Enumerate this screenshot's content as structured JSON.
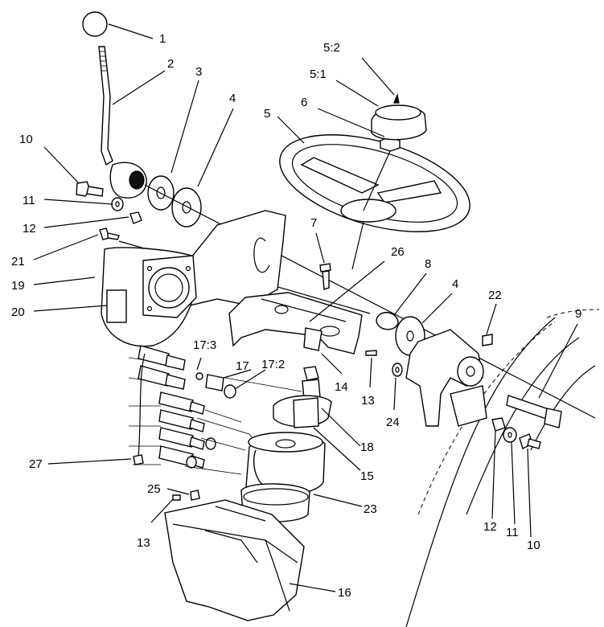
{
  "callouts": [
    {
      "id": "c-1",
      "text": "1"
    },
    {
      "id": "c-2",
      "text": "2"
    },
    {
      "id": "c-3",
      "text": "3"
    },
    {
      "id": "c-4a",
      "text": "4"
    },
    {
      "id": "c-5",
      "text": "5"
    },
    {
      "id": "c-5-2",
      "text": "5:2"
    },
    {
      "id": "c-5-1",
      "text": "5:1"
    },
    {
      "id": "c-6",
      "text": "6"
    },
    {
      "id": "c-10a",
      "text": "10"
    },
    {
      "id": "c-11a",
      "text": "11"
    },
    {
      "id": "c-12a",
      "text": "12"
    },
    {
      "id": "c-21",
      "text": "21"
    },
    {
      "id": "c-19",
      "text": "19"
    },
    {
      "id": "c-20",
      "text": "20"
    },
    {
      "id": "c-7",
      "text": "7"
    },
    {
      "id": "c-26",
      "text": "26"
    },
    {
      "id": "c-8",
      "text": "8"
    },
    {
      "id": "c-4b",
      "text": "4"
    },
    {
      "id": "c-22",
      "text": "22"
    },
    {
      "id": "c-9",
      "text": "9"
    },
    {
      "id": "c-17-3",
      "text": "17:3"
    },
    {
      "id": "c-17",
      "text": "17"
    },
    {
      "id": "c-17-2",
      "text": "17:2"
    },
    {
      "id": "c-14",
      "text": "14"
    },
    {
      "id": "c-13a",
      "text": "13"
    },
    {
      "id": "c-24",
      "text": "24"
    },
    {
      "id": "c-18",
      "text": "18"
    },
    {
      "id": "c-15",
      "text": "15"
    },
    {
      "id": "c-27",
      "text": "27"
    },
    {
      "id": "c-25",
      "text": "25"
    },
    {
      "id": "c-13b",
      "text": "13"
    },
    {
      "id": "c-23",
      "text": "23"
    },
    {
      "id": "c-16",
      "text": "16"
    },
    {
      "id": "c-12b",
      "text": "12"
    },
    {
      "id": "c-11b",
      "text": "11"
    },
    {
      "id": "c-10b",
      "text": "10"
    }
  ]
}
